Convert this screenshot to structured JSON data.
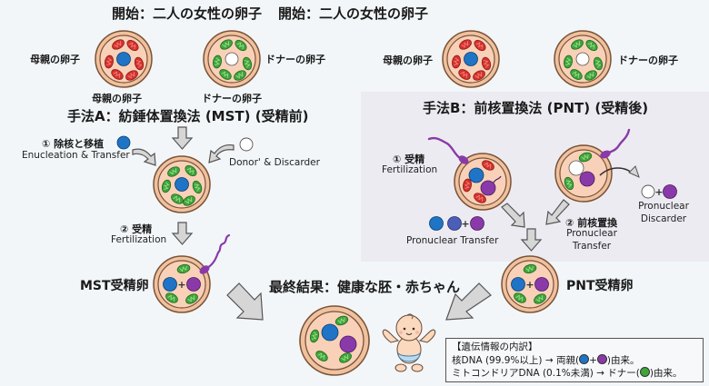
{
  "colors": {
    "background": "#f2f6f9",
    "pnt_panel": "#ecebf1",
    "cytoplasm": "#f6c9ad",
    "membrane": "#b98362",
    "maternal_mito": "#d8322e",
    "donor_mito": "#3fa63a",
    "maternal_nucleus": "#1f74c6",
    "paternal_pronucleus": "#8a3aa8",
    "donor_nucleus": "#ffffff",
    "arrow_fill": "#d6d6d6",
    "arrow_stroke": "#555555",
    "sperm": "#8a3aa8"
  },
  "mst": {
    "start_title": "開始：二人の女性の卵子",
    "mother_egg_left_label": "母親の卵子",
    "donor_egg_right_label": "ドナーの卵子",
    "mother_egg_caption": "母親の卵子",
    "donor_egg_caption": "ドナーの卵子",
    "method_title": "手法A：紡錘体置換法 (MST) (受精前)",
    "step1_jp": "① 除核と移植",
    "step1_en": "Enucleation & Transfer",
    "donor_discard_en": "Donor' & Discarder",
    "step2_jp": "② 受精",
    "step2_en": "Fertilization",
    "zygote_label": "MST受精卵"
  },
  "pnt": {
    "start_title": "開始：二人の女性の卵子",
    "mother_egg_label": "母親の卵子",
    "donor_egg_label": "ドナーの卵子",
    "method_title": "手法B：前核置換法 (PNT) (受精後)",
    "step1_jp": "① 受精",
    "step1_en": "Fertilization",
    "discard_en_1": "Pronuclear",
    "discard_en_2": "Discarder",
    "transfer_en": "Pronuclear Transfer",
    "step2_jp": "② 前核置換",
    "step2_en_1": "Pronuclear",
    "step2_en_2": "Transfer",
    "zygote_label": "PNT受精卵"
  },
  "result": {
    "title": "最終結果：健康な胚・赤ちゃん"
  },
  "info_box": {
    "heading": "【遺伝情報の内訳】",
    "line1_prefix": "核DNA (99.9%以上) → 両親(",
    "line1_plus": "+",
    "line1_suffix": ")由来。",
    "line2_prefix": "ミトコンドリアDNA (0.1%未満) → ドナー(",
    "line2_suffix": ")由来。"
  },
  "plus_sign": "+"
}
